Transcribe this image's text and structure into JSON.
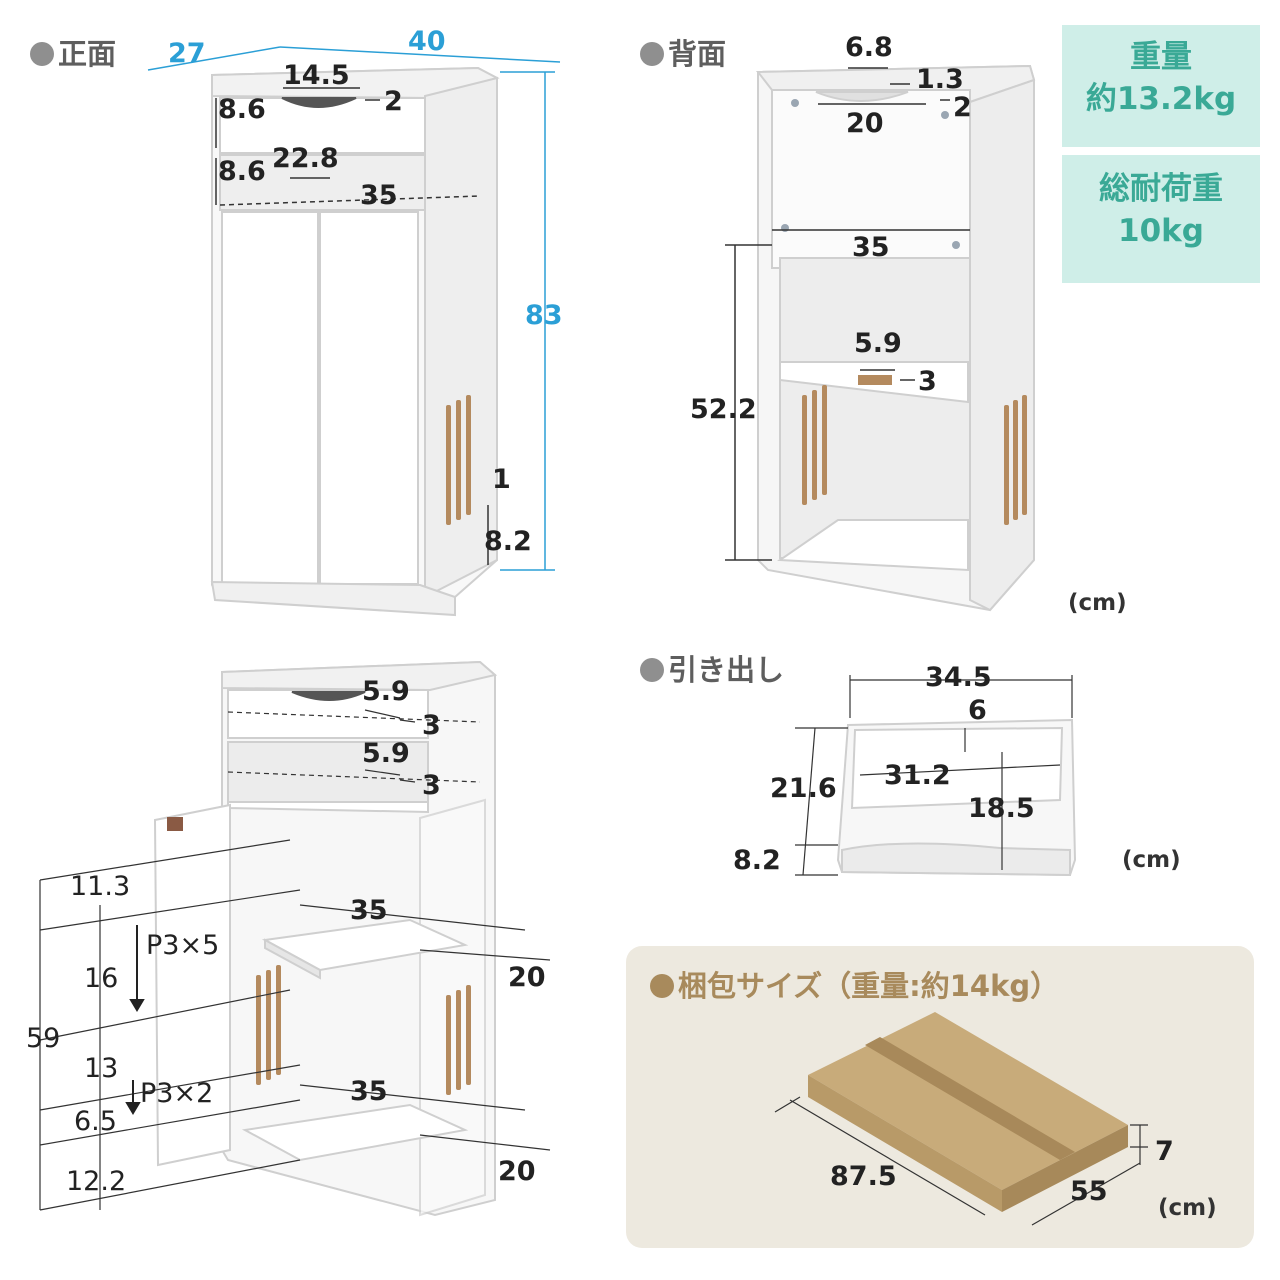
{
  "sections": {
    "front": "正面",
    "back": "背面",
    "drawer": "引き出し",
    "package": "梱包サイズ（重量:約14kg）"
  },
  "specs": {
    "weight_label": "重量",
    "weight_value": "約13.2kg",
    "load_label": "総耐荷重",
    "load_value": "10kg"
  },
  "unit": "(cm)",
  "front": {
    "depth": "27",
    "width": "40",
    "height": "83",
    "handle_w": "14.5",
    "handle_d": "2",
    "drawer_h": "8.6",
    "open_h": "8.6",
    "shelf_d": "22.8",
    "shelf_w": "35",
    "slot_gap": "1",
    "base_h": "8.2"
  },
  "back": {
    "hole_w": "6.8",
    "hole_h": "1.3",
    "hole_d": "2",
    "cut_w": "20",
    "inner_w": "35",
    "inner_h": "52.2",
    "notch_w": "5.9",
    "notch_d": "3"
  },
  "interior": {
    "notch1_w": "5.9",
    "notch1_d": "3",
    "notch2_w": "5.9",
    "notch2_d": "3",
    "h_total": "59",
    "h1": "11.3",
    "h2": "16",
    "h3": "13",
    "h4": "6.5",
    "h5": "12.2",
    "pitch1": "P3×5",
    "pitch2": "P3×2",
    "shelf1_w": "35",
    "shelf1_d": "20",
    "shelf2_w": "35",
    "shelf2_d": "20"
  },
  "drawer_dims": {
    "outer_w": "34.5",
    "cut_d": "6",
    "inner_w": "31.2",
    "depth": "21.6",
    "inner_d": "18.5",
    "height": "8.2"
  },
  "package_dims": {
    "length": "87.5",
    "width": "55",
    "height": "7"
  },
  "colors": {
    "dim_blue": "#2b9fd6",
    "spec_bg": "#cfeee8",
    "spec_text": "#3aa996",
    "package_bg": "#ede9df",
    "cardboard": "#c8ab7a"
  }
}
